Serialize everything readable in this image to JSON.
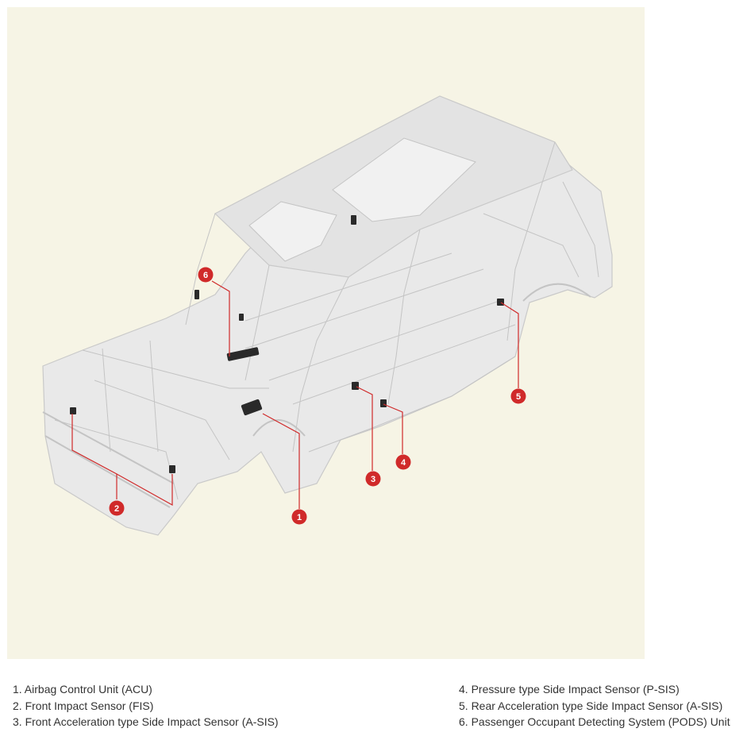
{
  "diagram": {
    "colors": {
      "background": "#f6f4e5",
      "body": "#e9e9e9",
      "body_stroke": "#c9c9c9",
      "callout": "#d02a2a",
      "sensor": "#2a2a2a"
    },
    "callouts": [
      {
        "number": "1",
        "label": "Airbag Control Unit (ACU)"
      },
      {
        "number": "2",
        "label": "Front Impact Sensor (FIS)"
      },
      {
        "number": "3",
        "label": "Front Acceleration type Side Impact Sensor (A-SIS)"
      },
      {
        "number": "4",
        "label": "Pressure type Side Impact Sensor (P-SIS)"
      },
      {
        "number": "5",
        "label": "Rear Acceleration type Side Impact Sensor (A-SIS)"
      },
      {
        "number": "6",
        "label": "Passenger Occupant Detecting System (PODS) Unit"
      }
    ]
  },
  "legend": {
    "left": [
      "1. Airbag Control Unit (ACU)",
      "2. Front Impact Sensor (FIS)",
      "3. Front Acceleration type Side Impact Sensor (A-SIS)"
    ],
    "right": [
      "4. Pressure type Side Impact Sensor (P-SIS)",
      "5. Rear Acceleration type Side Impact Sensor (A-SIS)",
      "6. Passenger Occupant Detecting System (PODS) Unit"
    ]
  }
}
